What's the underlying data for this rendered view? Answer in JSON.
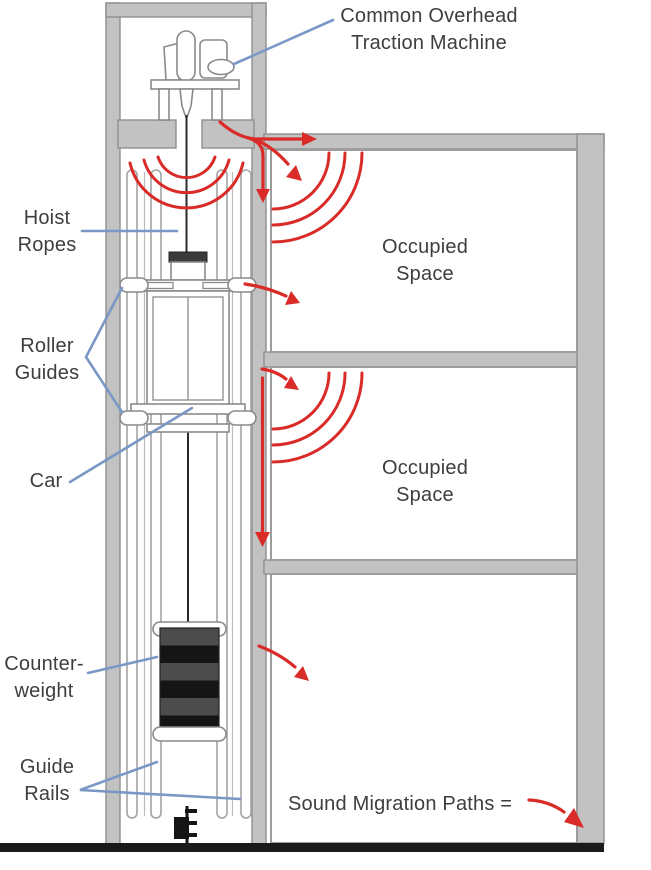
{
  "labels": {
    "traction_machine": "Common Overhead\nTraction Machine",
    "hoist_ropes": "Hoist\nRopes",
    "roller_guides": "Roller\nGuides",
    "car": "Car",
    "counterweight": "Counter-\nweight",
    "guide_rails": "Guide\nRails"
  },
  "rooms": {
    "room1": "Occupied\nSpace",
    "room2": "Occupied\nSpace"
  },
  "legend": {
    "text": "Sound Migration Paths ="
  },
  "colors": {
    "wall": "#c2c2c2",
    "wall_outline": "#8f8f8f",
    "sound_red": "#d92b28",
    "leader_blue": "#7a98c5",
    "text": "#3e3e3e",
    "ground": "#1a1a1a"
  }
}
